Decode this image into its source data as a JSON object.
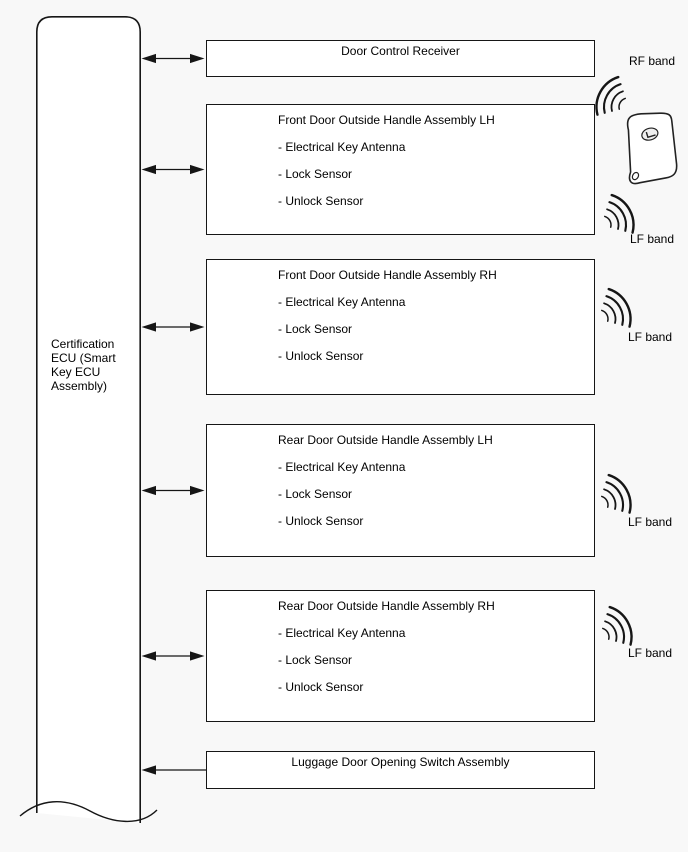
{
  "diagram": {
    "title_semantic": "Smart key system block diagram",
    "ecu": {
      "label_lines": [
        "Certification",
        "ECU (Smart",
        "Key ECU",
        "Assembly)"
      ]
    },
    "boxes": [
      {
        "title": "Door Control Receiver",
        "items": []
      },
      {
        "title": "Front Door Outside Handle Assembly LH",
        "items": [
          "- Electrical Key Antenna",
          "- Lock Sensor",
          "- Unlock Sensor"
        ]
      },
      {
        "title": "Front Door Outside Handle Assembly RH",
        "items": [
          "- Electrical Key Antenna",
          "- Lock Sensor",
          "- Unlock Sensor"
        ]
      },
      {
        "title": "Rear Door Outside Handle Assembly LH",
        "items": [
          "- Electrical Key Antenna",
          "- Lock Sensor",
          "- Unlock Sensor"
        ]
      },
      {
        "title": "Rear Door Outside Handle Assembly RH",
        "items": [
          "- Electrical Key Antenna",
          "- Lock Sensor",
          "- Unlock Sensor"
        ]
      },
      {
        "title": "Luggage Door Opening Switch Assembly",
        "items": []
      }
    ],
    "band_labels": {
      "rf": "RF band",
      "lf_fob": "LF band",
      "lf_front_rh": "LF band",
      "lf_rear_lh": "LF band",
      "lf_rear_rh": "LF band"
    },
    "icons": {
      "rf_signal": "radio-waves-toward-upper-left",
      "lf_signal": "radio-waves-toward-upper-right",
      "key_fob": "smart-key-fob-with-oval-logo",
      "double_arrow": "bidirectional-arrow",
      "single_arrow": "left-pointing-arrow"
    },
    "colors": {
      "background": "#f8f8f8",
      "box_fill": "#ffffff",
      "line": "#161616"
    }
  }
}
